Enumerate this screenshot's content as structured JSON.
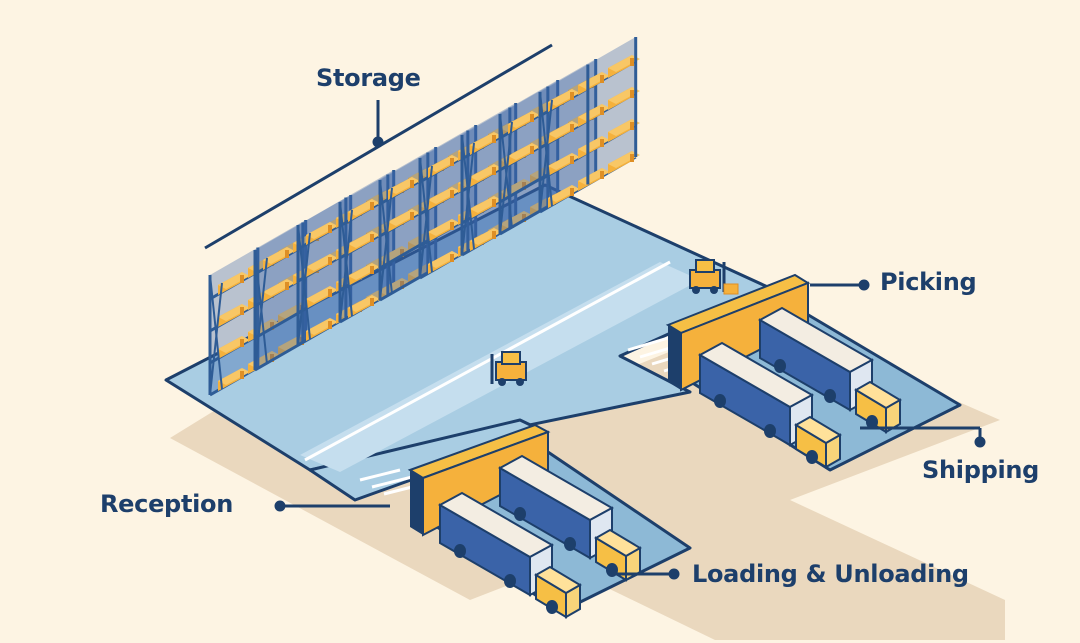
{
  "labels": {
    "storage": "Storage",
    "picking": "Picking",
    "shipping": "Shipping",
    "reception": "Reception",
    "loading": "Loading & Unloading"
  },
  "colors": {
    "background": "#fdf4e3",
    "shadow": "#ead8be",
    "floor": "#a9cde3",
    "floor_dark": "#8db9d6",
    "navy": "#1d3f6b",
    "rack": "#2e5c96",
    "box": "#f5b13c",
    "box_dark": "#de8f25",
    "trailer": "#3a63a8",
    "cab": "#f6bf45",
    "white": "#ffffff"
  },
  "icons": [
    "storage-rack-icon",
    "forklift-icon",
    "truck-icon",
    "loading-dock-icon"
  ]
}
